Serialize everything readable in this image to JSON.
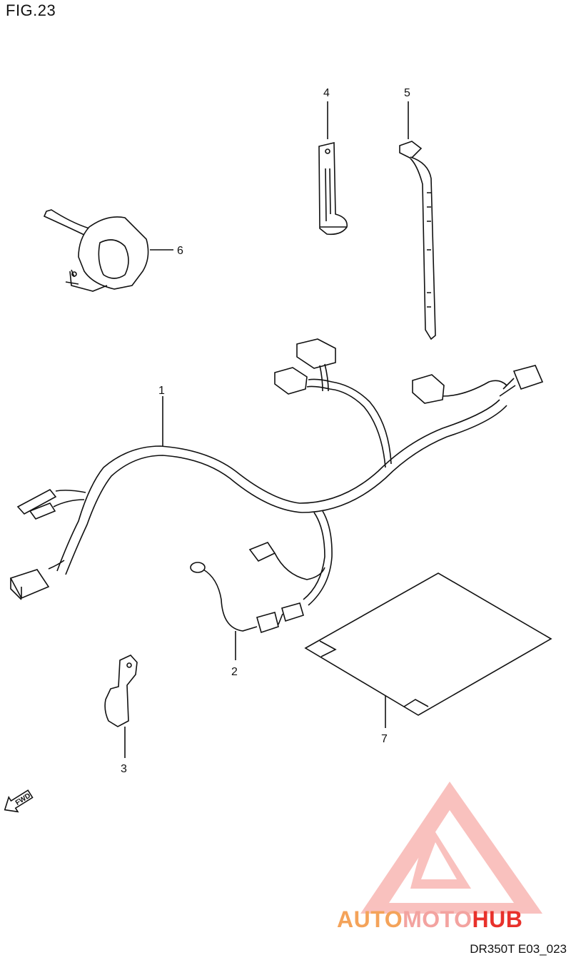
{
  "figure": {
    "title": "FIG.23",
    "code": "DR350T E03_023"
  },
  "callouts": [
    {
      "id": "1",
      "label": "1"
    },
    {
      "id": "2",
      "label": "2"
    },
    {
      "id": "3",
      "label": "3"
    },
    {
      "id": "4",
      "label": "4"
    },
    {
      "id": "5",
      "label": "5"
    },
    {
      "id": "6",
      "label": "6"
    },
    {
      "id": "7",
      "label": "7"
    }
  ],
  "fwd_arrow": {
    "label": "FWD"
  },
  "watermark": {
    "part1": "AUTO",
    "part2": "MOTO",
    "part3": "HUB",
    "colors": {
      "auto": "#f4a35a",
      "moto": "#f3a3a0",
      "hub": "#e8312b"
    }
  }
}
